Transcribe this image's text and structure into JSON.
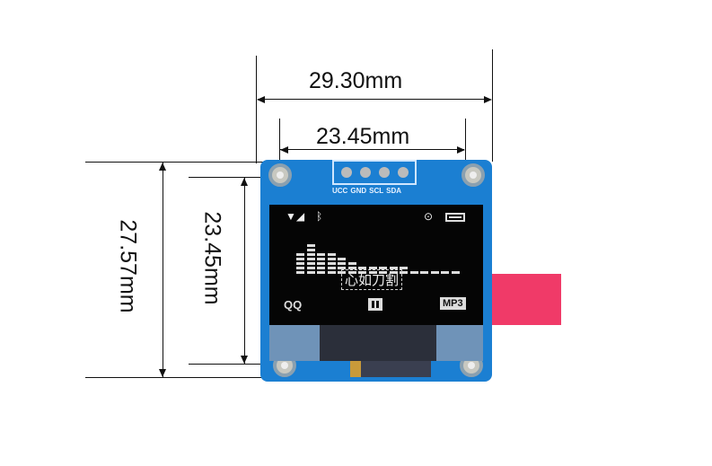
{
  "dimensions": {
    "outer_width": "29.30mm",
    "hole_spacing_width": "23.45mm",
    "outer_height": "27.57mm",
    "hole_spacing_height": "23.45mm"
  },
  "pin_labels": [
    "UCC",
    "GND",
    "SCL",
    "SDA"
  ],
  "display": {
    "song_title": "心如刀割",
    "left_label": "QQ",
    "right_label": "MP3",
    "equalizer_levels": [
      5,
      7,
      5,
      5,
      4,
      3,
      2,
      2,
      2,
      2,
      2,
      1,
      1,
      1,
      1,
      1
    ]
  },
  "colors": {
    "board": "#1b7fd2",
    "screen": "#050505",
    "flex_tab": "#f03a68"
  }
}
